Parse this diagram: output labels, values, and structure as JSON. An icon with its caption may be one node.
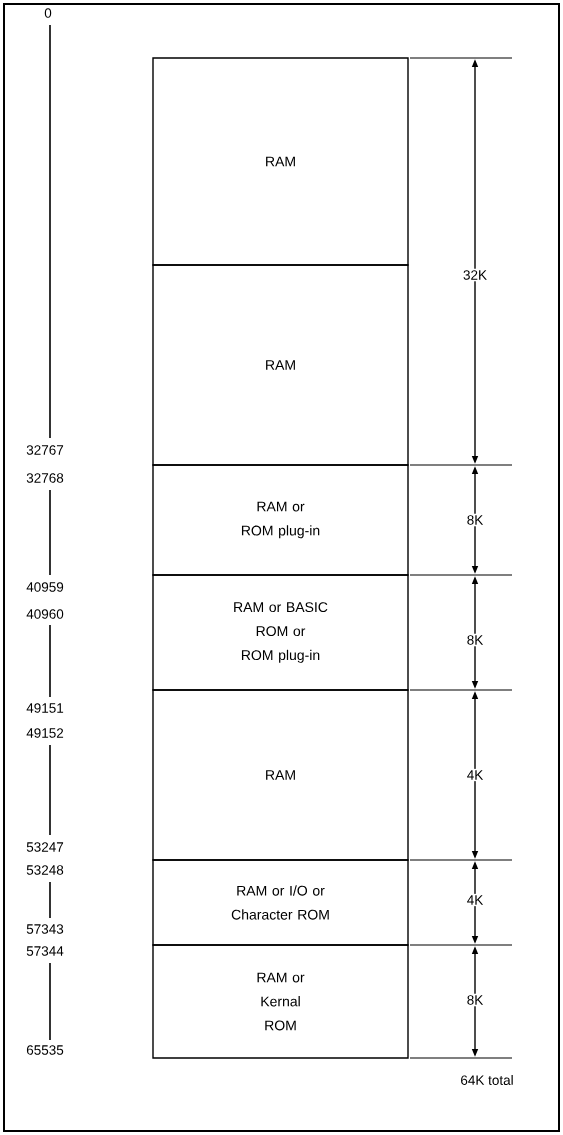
{
  "diagram": {
    "nodes": [
      {
        "text": [
          "RAM"
        ]
      },
      {
        "text": [
          "RAM"
        ]
      },
      {
        "text": [
          "RAM or ROM plug-in"
        ]
      },
      {
        "text": [
          "RAM or BASIC ROM or ROM plug-in"
        ]
      },
      {
        "text": [
          "RAM"
        ]
      },
      {
        "text": [
          "RAM or I/O or Character ROM"
        ]
      },
      {
        "text": [
          "RAM or Kernal ROM"
        ]
      }
    ],
    "labels": [
      "0",
      "32K",
      "32767",
      "32768",
      "8K",
      "40959",
      "40960",
      "8K",
      "49151",
      "49152",
      "4K",
      "53247",
      "53248",
      "4K",
      "57343",
      "57344",
      "8K",
      "65535",
      "64K total"
    ]
  }
}
